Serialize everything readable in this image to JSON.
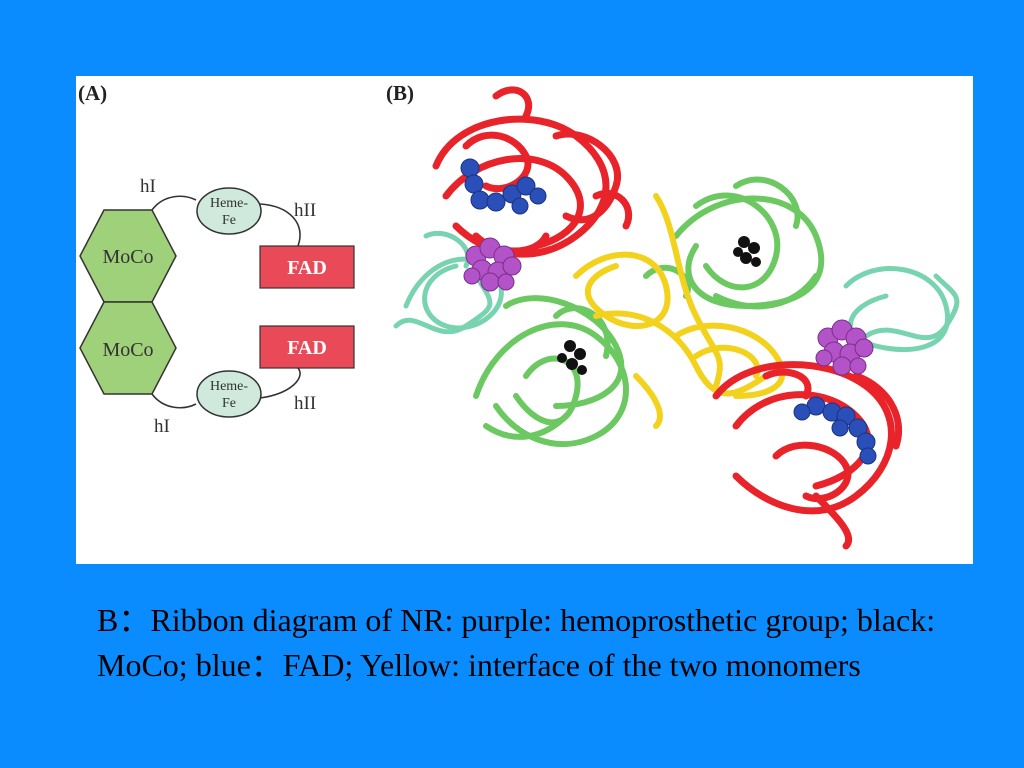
{
  "panel_a": {
    "label": "(A)",
    "moco_top": "MoCo",
    "moco_bottom": "MoCo",
    "heme_top": [
      "Heme-",
      "Fe"
    ],
    "heme_bottom": [
      "Heme-",
      "Fe"
    ],
    "fad_top": "FAD",
    "fad_bottom": "FAD",
    "hinge_hI_top": "hI",
    "hinge_hII_top": "hII",
    "hinge_hI_bottom": "hI",
    "hinge_hII_bottom": "hII"
  },
  "panel_b": {
    "label": "(B)"
  },
  "colors": {
    "background": "#0a8cff",
    "moco_fill": "#9fd07a",
    "heme_fill": "#cfe9dc",
    "fad_fill": "#ea4a57",
    "ribbon_red": "#e8242a",
    "ribbon_green": "#6cc861",
    "ribbon_yellow": "#f2d21c",
    "ribbon_teal": "#78d3b0",
    "heme_purple": "#b353c8",
    "fad_blue": "#2b4fb8",
    "moco_black": "#111111"
  },
  "caption": {
    "text": "B：Ribbon diagram of NR:  purple: hemoprosthetic group; black: MoCo; blue：FAD; Yellow: interface of the two monomers"
  }
}
